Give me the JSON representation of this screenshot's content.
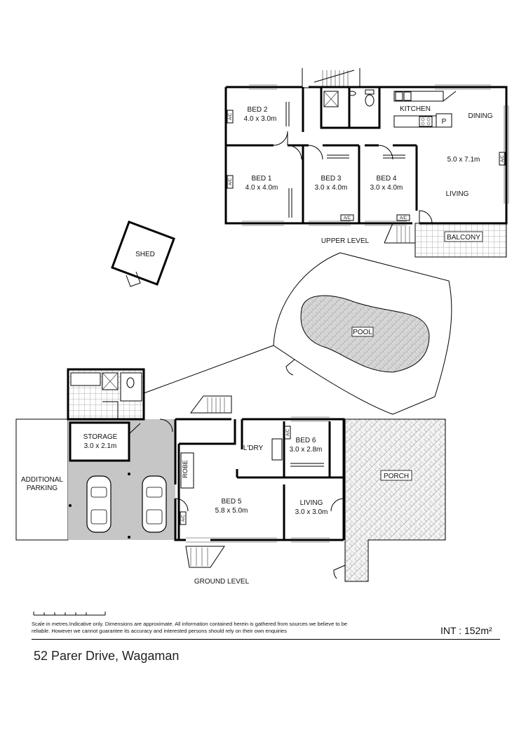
{
  "upper": {
    "level_label": "UPPER LEVEL",
    "rooms": {
      "bed2": {
        "name": "BED 2",
        "size": "4.0 x 3.0m"
      },
      "bed1": {
        "name": "BED 1",
        "size": "4.0 x 4.0m"
      },
      "bed3": {
        "name": "BED 3",
        "size": "3.0 x 4.0m"
      },
      "bed4": {
        "name": "BED 4",
        "size": "3.0 x 4.0m"
      },
      "kitchen": {
        "name": "KITCHEN"
      },
      "dining": {
        "name": "DINING"
      },
      "living": {
        "name": "LIVING",
        "size": "5.0 x 7.1m"
      },
      "balcony": {
        "name": "BALCONY"
      },
      "pantry": {
        "name": "P"
      }
    }
  },
  "ac_label": "A/C",
  "shed": {
    "name": "SHED"
  },
  "pool": {
    "name": "POOL"
  },
  "ground": {
    "level_label": "GROUND LEVEL",
    "rooms": {
      "storage": {
        "name": "STORAGE",
        "size": "3.0 x 2.1m"
      },
      "parking": {
        "name_line1": "ADDITIONAL",
        "name_line2": "PARKING"
      },
      "laundry": {
        "name": "L'DRY"
      },
      "bed6": {
        "name": "BED 6",
        "size": "3.0 x 2.8m"
      },
      "bed5": {
        "name": "BED 5",
        "size": "5.8 x 5.0m"
      },
      "robe": {
        "name": "ROBE"
      },
      "living": {
        "name": "LIVING",
        "size": "3.0 x 3.0m"
      },
      "porch": {
        "name": "PORCH"
      }
    }
  },
  "footer": {
    "disclaimer": "Scale in metres.Indicative only. Dimensions are approximate. All information contained herein is gathered from sources we believe to be reliable. However we cannot guarantee its accuracy and interested persons should rely on their own enquiries",
    "int_area": "INT   : 152m²",
    "address": "52 Parer Drive, Wagaman"
  }
}
